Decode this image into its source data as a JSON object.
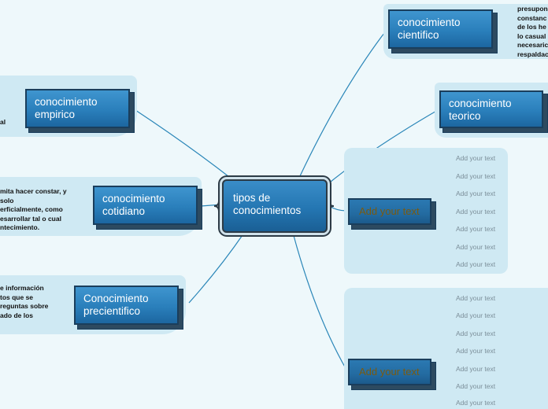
{
  "central": {
    "label": "tipos de\nconocimientos"
  },
  "branches": {
    "cientifico": {
      "label": "conocimiento\ncientifico",
      "note": "presupon\nconstanc\nde los he\nlo casual\nnecesaric\nrespaldac"
    },
    "teorico": {
      "label": "conocimiento\nteorico"
    },
    "empirico": {
      "label": "conocimiento\nempirico",
      "note": "al"
    },
    "cotidiano": {
      "label": "conocimiento\ncotidiano",
      "note": "mita hacer constar, y\nsolo\nerficialmente, como\nesarrollar tal o cual\nntecimiento."
    },
    "precientifico": {
      "label": "Conocimiento\nprecientifico",
      "note": "e información\ntos que se\nreguntas sobre\nado de los"
    },
    "add1": {
      "label": "Add your text",
      "items": [
        "Add your text",
        "Add your text",
        "Add your text",
        "Add your text",
        "Add your text",
        "Add your text",
        "Add your text"
      ]
    },
    "add2": {
      "label": "Add your text",
      "items": [
        "Add your text",
        "Add your text",
        "Add your text",
        "Add your text",
        "Add your text",
        "Add your text",
        "Add your text"
      ]
    }
  },
  "colors": {
    "background": "#eef8fb",
    "band": "#cfe9f3",
    "node": "#2a7fbb",
    "connector": "#2a86b8",
    "placeholder_text": "#7a5a10"
  }
}
